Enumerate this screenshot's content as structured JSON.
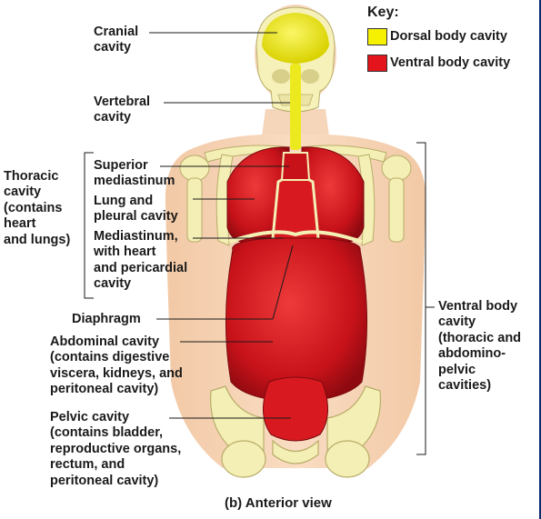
{
  "key": {
    "title": "Key:",
    "items": [
      {
        "label": "Dorsal body cavity",
        "color": "#f5f100"
      },
      {
        "label": "Ventral body cavity",
        "color": "#e3141b"
      }
    ]
  },
  "labels": {
    "cranial": "Cranial\ncavity",
    "vertebral": "Vertebral\ncavity",
    "thoracic": "Thoracic\ncavity\n(contains\nheart\nand lungs)",
    "superior_mediastinum": "Superior\nmediastinum",
    "lung_pleural": "Lung and\npleural cavity",
    "mediastinum": "Mediastinum,\nwith heart\nand pericardial\ncavity",
    "diaphragm": "Diaphragm",
    "abdominal": "Abdominal cavity\n(contains digestive\nviscera, kidneys, and\nperitoneal cavity)",
    "pelvic": "Pelvic cavity\n(contains bladder,\nreproductive organs,\nrectum, and\nperitoneal cavity)",
    "ventral_body": "Ventral body\ncavity\n(thoracic and\nabdomino-\npelvic\ncavities)"
  },
  "caption": "(b) Anterior view"
}
